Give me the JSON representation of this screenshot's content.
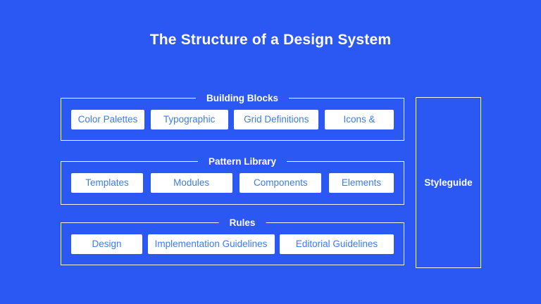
{
  "title": "The Structure of a Design System",
  "colors": {
    "background": "#2B57F2",
    "box_text": "#3C7BF0",
    "outline": "#FFFFFF"
  },
  "sections": [
    {
      "label": "Building Blocks",
      "items": [
        "Color Palettes",
        "Typographic",
        "Grid Definitions",
        "Icons &"
      ]
    },
    {
      "label": "Pattern Library",
      "items": [
        "Templates",
        "Modules",
        "Components",
        "Elements"
      ]
    },
    {
      "label": "Rules",
      "items": [
        "Design",
        "Implementation Guidelines",
        "Editorial Guidelines"
      ]
    }
  ],
  "styleguide": {
    "label": "Styleguide"
  }
}
